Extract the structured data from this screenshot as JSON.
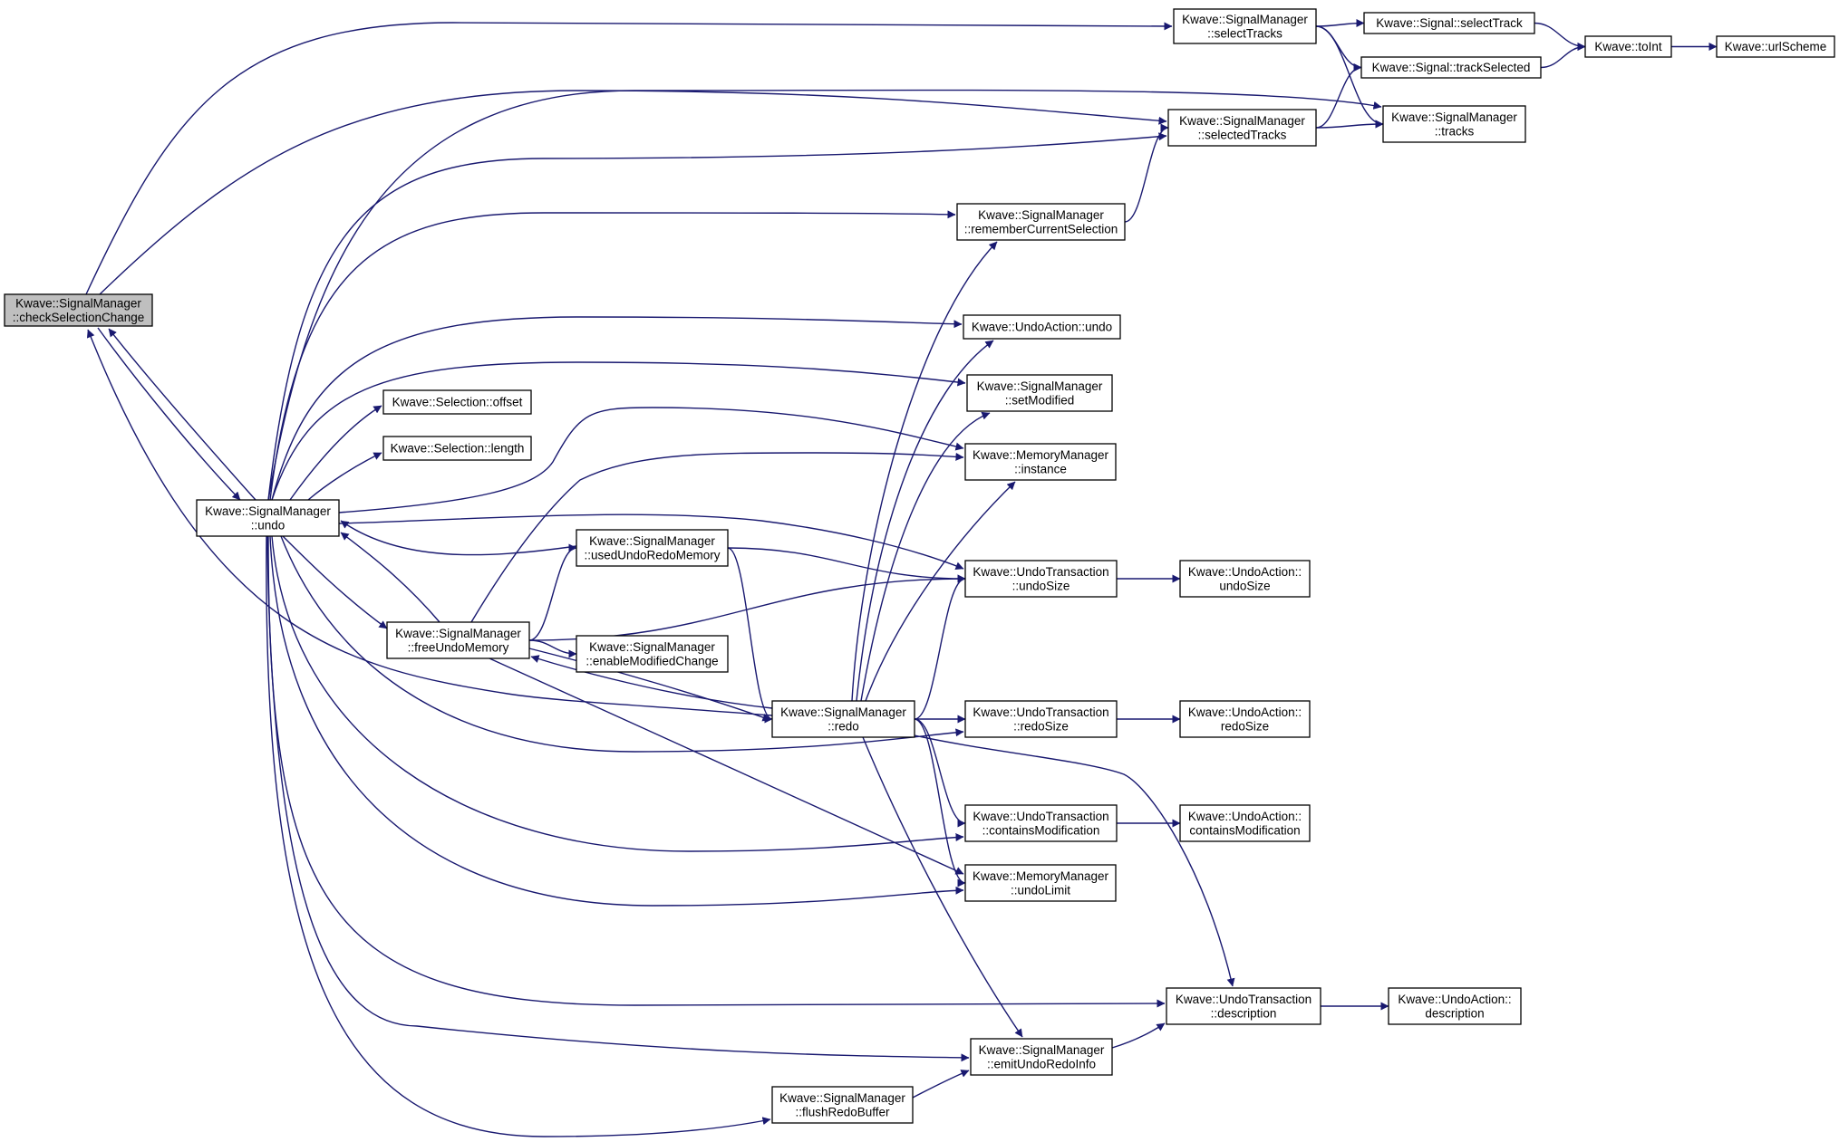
{
  "colors": {
    "edge": "#191970",
    "node_border": "#000000",
    "focus_fill": "#bfbfbf",
    "node_fill": "#ffffff"
  },
  "nodes": {
    "check": {
      "lines": [
        "Kwave::SignalManager",
        "::checkSelectionChange"
      ],
      "focus": true
    },
    "undo": {
      "lines": [
        "Kwave::SignalManager",
        "::undo"
      ]
    },
    "selTracks": {
      "lines": [
        "Kwave::SignalManager",
        "::selectTracks"
      ]
    },
    "selTrack": {
      "lines": [
        "Kwave::Signal::selectTrack"
      ]
    },
    "toInt": {
      "lines": [
        "Kwave::toInt"
      ]
    },
    "urlScheme": {
      "lines": [
        "Kwave::urlScheme"
      ]
    },
    "trackSel": {
      "lines": [
        "Kwave::Signal::trackSelected"
      ]
    },
    "selectedTracks": {
      "lines": [
        "Kwave::SignalManager",
        "::selectedTracks"
      ]
    },
    "tracks": {
      "lines": [
        "Kwave::SignalManager",
        "::tracks"
      ]
    },
    "remember": {
      "lines": [
        "Kwave::SignalManager",
        "::rememberCurrentSelection"
      ]
    },
    "uaUndo": {
      "lines": [
        "Kwave::UndoAction::undo"
      ]
    },
    "setMod": {
      "lines": [
        "Kwave::SignalManager",
        "::setModified"
      ]
    },
    "offset": {
      "lines": [
        "Kwave::Selection::offset"
      ]
    },
    "length": {
      "lines": [
        "Kwave::Selection::length"
      ]
    },
    "mmInst": {
      "lines": [
        "Kwave::MemoryManager",
        "::instance"
      ]
    },
    "usedUR": {
      "lines": [
        "Kwave::SignalManager",
        "::usedUndoRedoMemory"
      ]
    },
    "utUndoSize": {
      "lines": [
        "Kwave::UndoTransaction",
        "::undoSize"
      ]
    },
    "uaUndoSize": {
      "lines": [
        "Kwave::UndoAction::",
        "undoSize"
      ]
    },
    "freeUM": {
      "lines": [
        "Kwave::SignalManager",
        "::freeUndoMemory"
      ]
    },
    "enableMC": {
      "lines": [
        "Kwave::SignalManager",
        "::enableModifiedChange"
      ]
    },
    "redo": {
      "lines": [
        "Kwave::SignalManager",
        "::redo"
      ]
    },
    "utRedoSize": {
      "lines": [
        "Kwave::UndoTransaction",
        "::redoSize"
      ]
    },
    "uaRedoSize": {
      "lines": [
        "Kwave::UndoAction::",
        "redoSize"
      ]
    },
    "utContains": {
      "lines": [
        "Kwave::UndoTransaction",
        "::containsModification"
      ]
    },
    "uaContains": {
      "lines": [
        "Kwave::UndoAction::",
        "containsModification"
      ]
    },
    "mmUndoLimit": {
      "lines": [
        "Kwave::MemoryManager",
        "::undoLimit"
      ]
    },
    "utDesc": {
      "lines": [
        "Kwave::UndoTransaction",
        "::description"
      ]
    },
    "uaDesc": {
      "lines": [
        "Kwave::UndoAction::",
        "description"
      ]
    },
    "emitUR": {
      "lines": [
        "Kwave::SignalManager",
        "::emitUndoRedoInfo"
      ]
    },
    "flushRB": {
      "lines": [
        "Kwave::SignalManager",
        "::flushRedoBuffer"
      ]
    }
  },
  "edges": [
    [
      "check",
      "selTracks"
    ],
    [
      "check",
      "selectedTracks"
    ],
    [
      "check",
      "undo"
    ],
    [
      "selTracks",
      "selTrack"
    ],
    [
      "selTracks",
      "trackSel"
    ],
    [
      "selTracks",
      "tracks"
    ],
    [
      "selTrack",
      "toInt"
    ],
    [
      "toInt",
      "urlScheme"
    ],
    [
      "trackSel",
      "toInt"
    ],
    [
      "selectedTracks",
      "tracks"
    ],
    [
      "selectedTracks",
      "trackSel"
    ],
    [
      "remember",
      "selectedTracks"
    ],
    [
      "undo",
      "check"
    ],
    [
      "undo",
      "tracks"
    ],
    [
      "undo",
      "selectedTracks"
    ],
    [
      "undo",
      "remember"
    ],
    [
      "undo",
      "uaUndo"
    ],
    [
      "undo",
      "setMod"
    ],
    [
      "undo",
      "offset"
    ],
    [
      "undo",
      "length"
    ],
    [
      "undo",
      "mmInst"
    ],
    [
      "undo",
      "utUndoSize"
    ],
    [
      "undo",
      "freeUM"
    ],
    [
      "undo",
      "utRedoSize"
    ],
    [
      "undo",
      "utContains"
    ],
    [
      "undo",
      "mmUndoLimit"
    ],
    [
      "undo",
      "utDesc"
    ],
    [
      "undo",
      "emitUR"
    ],
    [
      "undo",
      "flushRB"
    ],
    [
      "usedUR",
      "undo"
    ],
    [
      "usedUR",
      "utUndoSize"
    ],
    [
      "usedUR",
      "redo"
    ],
    [
      "freeUM",
      "undo"
    ],
    [
      "freeUM",
      "usedUR"
    ],
    [
      "freeUM",
      "enableMC"
    ],
    [
      "freeUM",
      "utUndoSize"
    ],
    [
      "freeUM",
      "mmInst"
    ],
    [
      "freeUM",
      "redo"
    ],
    [
      "freeUM",
      "mmUndoLimit"
    ],
    [
      "redo",
      "check"
    ],
    [
      "redo",
      "freeUM"
    ],
    [
      "redo",
      "remember"
    ],
    [
      "redo",
      "uaUndo"
    ],
    [
      "redo",
      "setMod"
    ],
    [
      "redo",
      "mmInst"
    ],
    [
      "redo",
      "utUndoSize"
    ],
    [
      "redo",
      "utRedoSize"
    ],
    [
      "redo",
      "utContains"
    ],
    [
      "redo",
      "mmUndoLimit"
    ],
    [
      "redo",
      "utDesc"
    ],
    [
      "redo",
      "emitUR"
    ],
    [
      "utUndoSize",
      "uaUndoSize"
    ],
    [
      "utRedoSize",
      "uaRedoSize"
    ],
    [
      "utContains",
      "uaContains"
    ],
    [
      "utDesc",
      "uaDesc"
    ],
    [
      "emitUR",
      "utDesc"
    ],
    [
      "flushRB",
      "emitUR"
    ]
  ]
}
